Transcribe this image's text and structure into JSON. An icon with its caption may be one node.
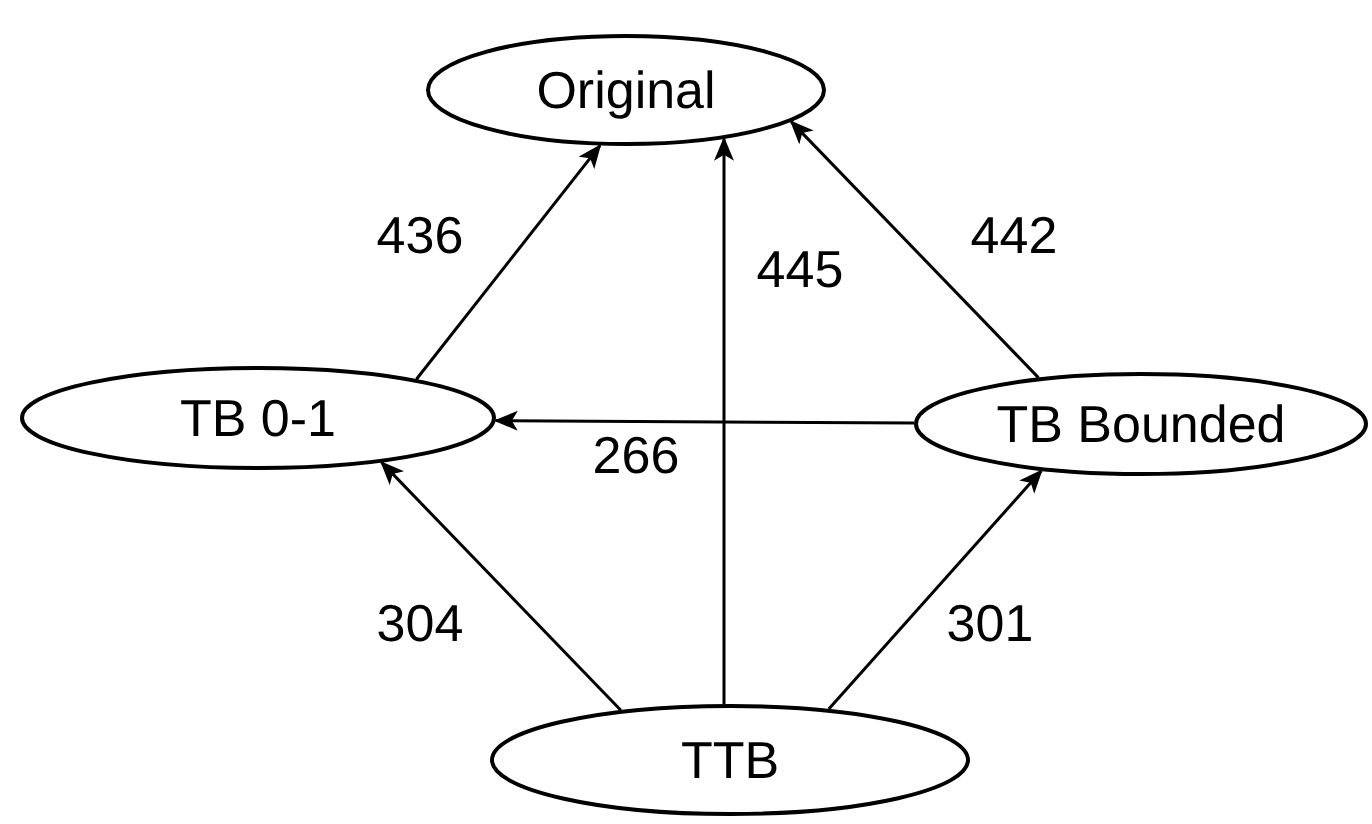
{
  "diagram": {
    "nodes": [
      {
        "text": [
          "Original"
        ]
      },
      {
        "text": [
          "TB 0-1"
        ]
      },
      {
        "text": [
          "TB Bounded"
        ]
      },
      {
        "text": [
          "TTB"
        ]
      }
    ],
    "edges": [
      {
        "from": 1,
        "to": 0,
        "arrow": "to",
        "label": "436"
      },
      {
        "from": 3,
        "to": 0,
        "arrow": "to",
        "label": "445"
      },
      {
        "from": 2,
        "to": 0,
        "arrow": "to",
        "label": "442"
      },
      {
        "from": 2,
        "to": 1,
        "arrow": "to",
        "label": "266"
      },
      {
        "from": 3,
        "to": 1,
        "arrow": "to",
        "label": "304"
      },
      {
        "from": 3,
        "to": 2,
        "arrow": "to",
        "label": "301"
      }
    ]
  }
}
